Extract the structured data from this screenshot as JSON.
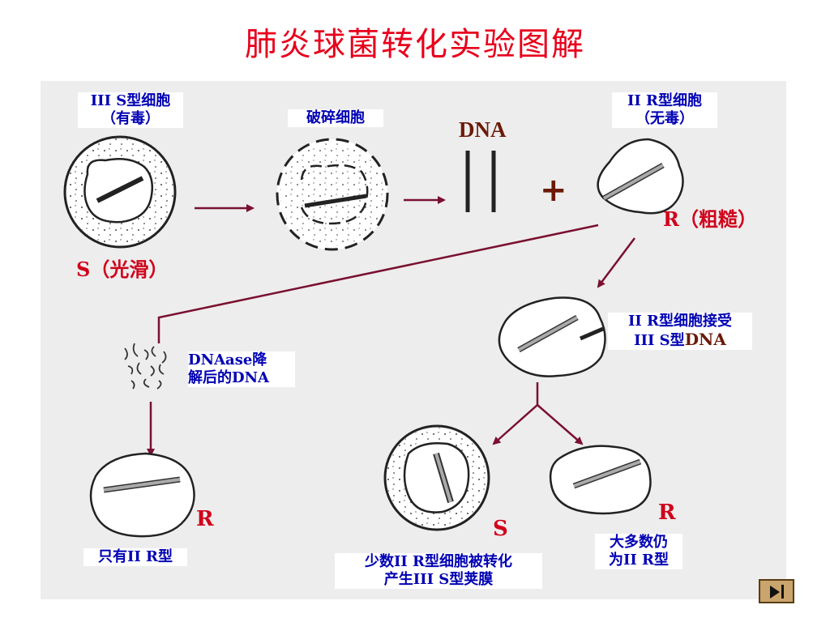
{
  "title": "肺炎球菌转化实验图解",
  "labels": {
    "s_cell_line1": "III S型细胞",
    "s_cell_line2": "（有毒）",
    "broken_cells": "破碎细胞",
    "dna": "DNA",
    "plus": "+",
    "r_cell_line1": "II R型细胞",
    "r_cell_line2": "（无毒）",
    "r_rough": "R（粗糙）",
    "s_smooth": "S（光滑）",
    "accepts_line1": "II R型细胞接受",
    "accepts_line2_prefix": "III S型",
    "accepts_line2_dna": "DNA",
    "dnase_line1": "DNAase降",
    "dnase_line2": "解后的DNA",
    "r_only_tag": "R",
    "r_only_text": "只有II R型",
    "s_tag": "S",
    "s_result_line1": "少数II R型细胞被转化",
    "s_result_line2": "产生III S型荚膜",
    "r_tag": "R",
    "r_majority_line1": "大多数仍",
    "r_majority_line2": "为II R型"
  },
  "colors": {
    "title": "#e8001c",
    "label_blue": "#0000b4",
    "tag_red": "#d0021b",
    "arrow": "#7a1030",
    "dna_brown": "#6b1a07"
  },
  "nav": {
    "icon": "next-end-icon"
  }
}
